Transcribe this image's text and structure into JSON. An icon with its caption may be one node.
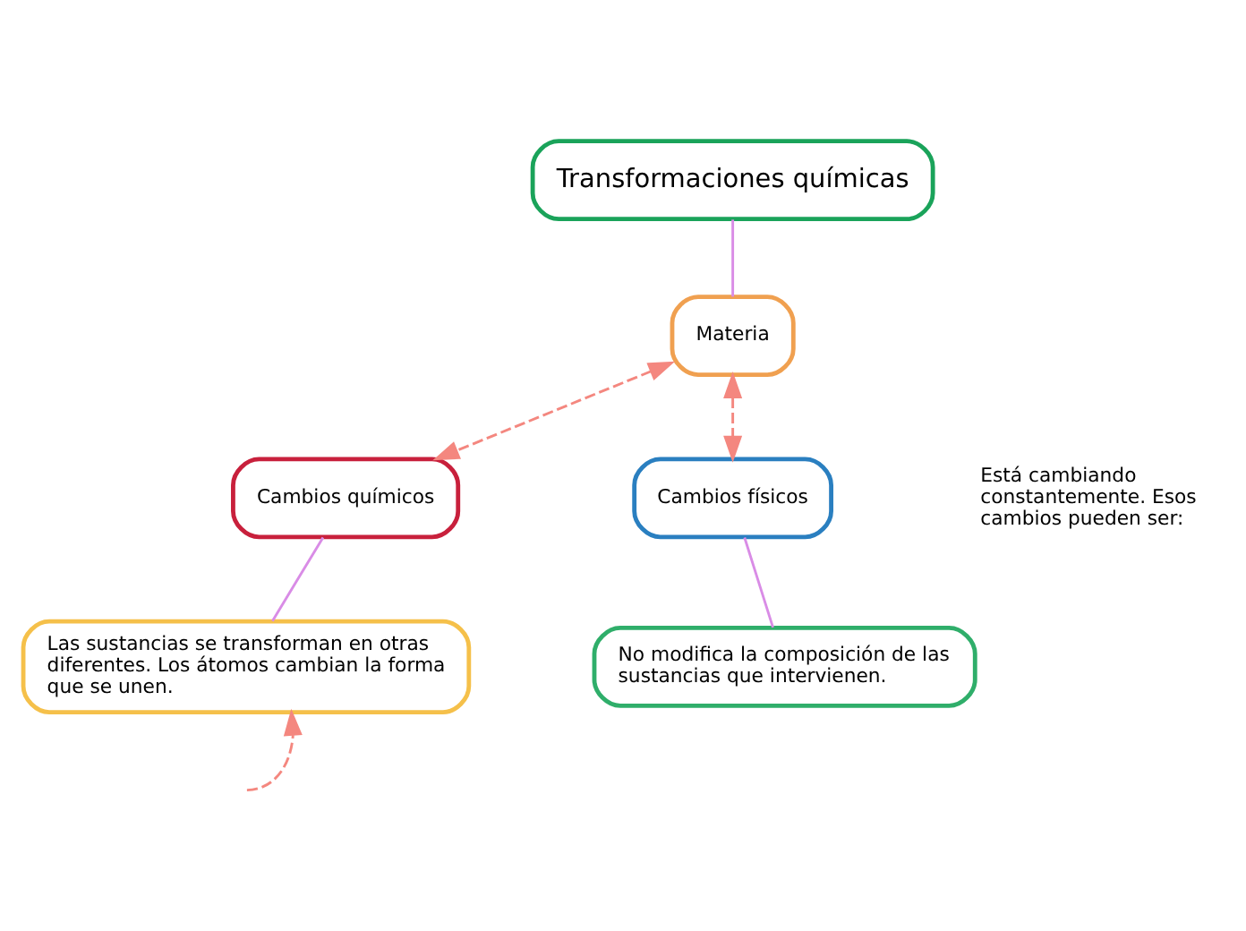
{
  "diagram": {
    "nodes": [
      {
        "text": [
          "Transformaciones químicas"
        ]
      },
      {
        "text": [
          "Materia"
        ]
      },
      {
        "text": [
          "Cambios químicos"
        ]
      },
      {
        "text": [
          "Las sustancias se transforman en otras diferentes. Los átomos cambian la forma que se unen."
        ]
      },
      {
        "text": [
          "Cambios físicos"
        ]
      },
      {
        "text": [
          "No modifica la composición de las sustancias que intervienen."
        ]
      }
    ],
    "edges": [
      {
        "from": 0,
        "to": 1,
        "arrow": "none"
      },
      {
        "from": 1,
        "to": 2,
        "arrow": "both",
        "style": "dashed",
        "color": "#f4877f"
      },
      {
        "from": 1,
        "to": 4,
        "arrow": "both",
        "style": "dashed",
        "color": "#f4877f"
      },
      {
        "from": 2,
        "to": 3,
        "arrow": "none"
      },
      {
        "from": 4,
        "to": 5,
        "arrow": "none"
      },
      {
        "from": null,
        "to": 3,
        "arrow": "to",
        "style": "dashed",
        "color": "#f4877f"
      }
    ],
    "labels": [
      "Está cambiando constantemente. Esos cambios pueden ser:"
    ]
  }
}
